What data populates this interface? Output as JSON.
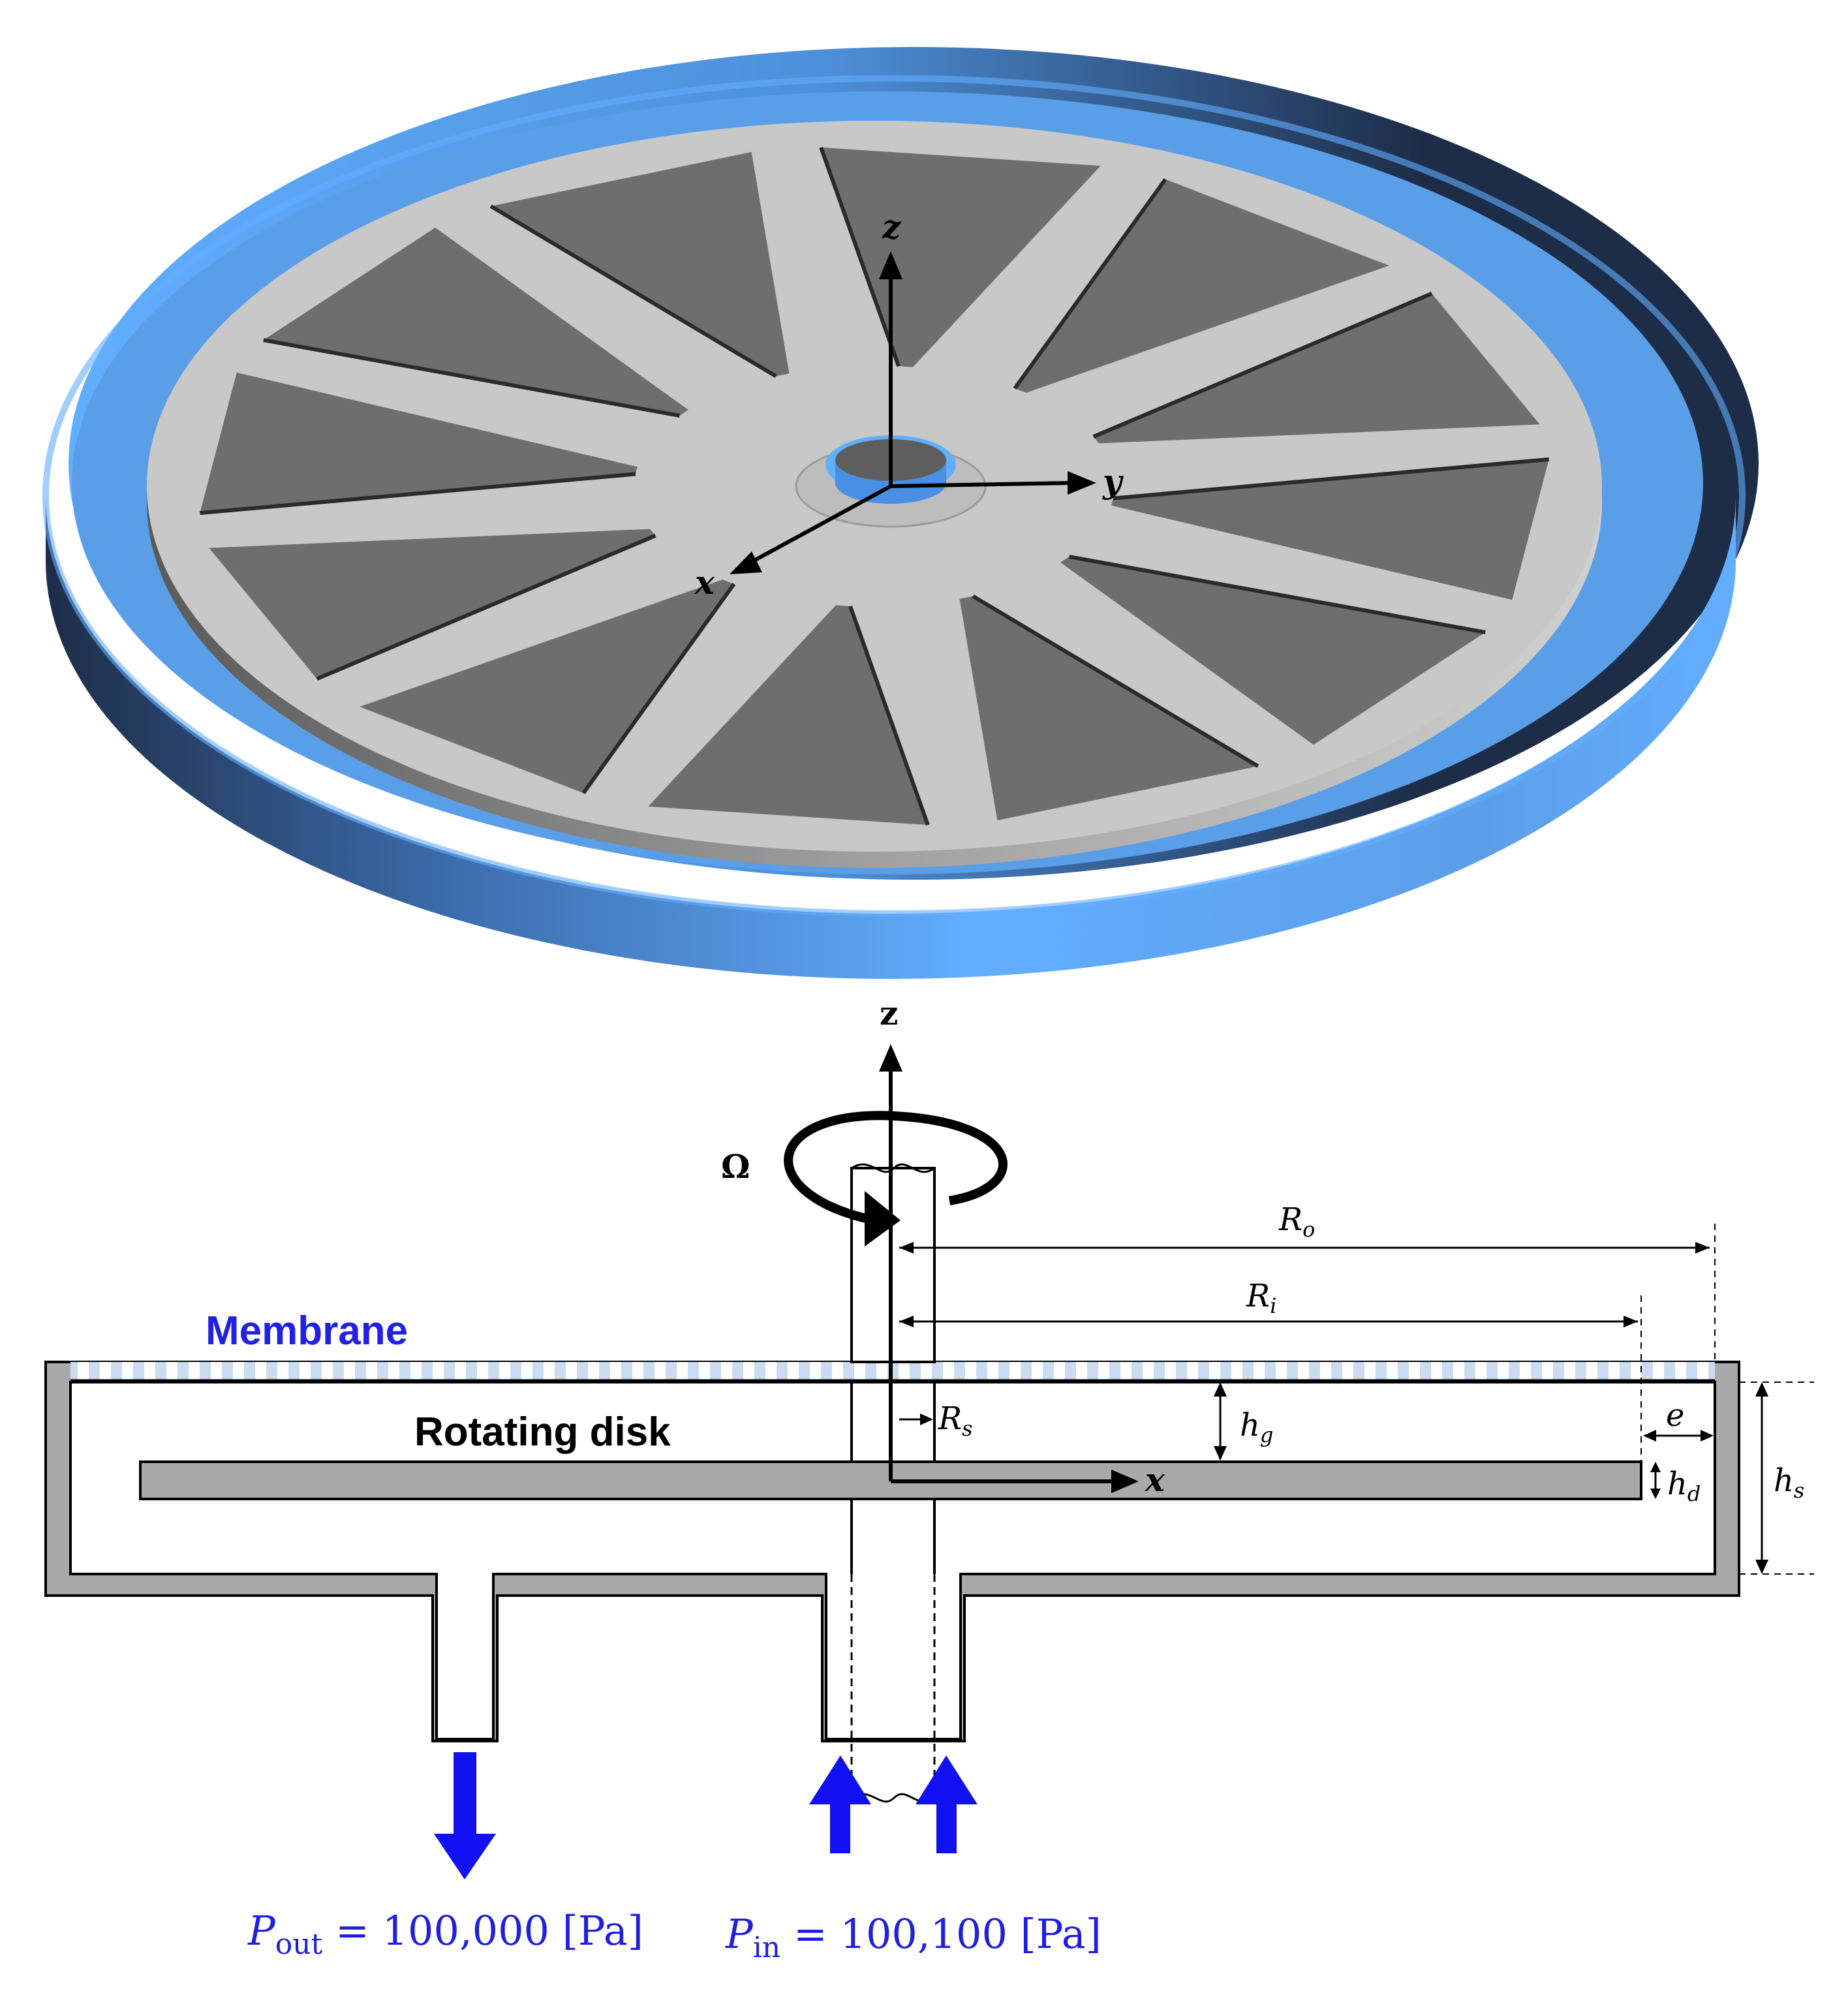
{
  "isometric": {
    "axis_z": "z",
    "axis_y": "y",
    "axis_x": "x",
    "colors": {
      "ring_light": "#62aeff",
      "ring_dark": "#1d2d48",
      "disk": "#c8c8c8",
      "disk_edge": "#8e8e8e",
      "groove": "#6e6e6e"
    },
    "groove_count": 12
  },
  "section": {
    "axis_z": "z",
    "axis_x": "x",
    "omega": "Ω",
    "membrane_label": "Membrane",
    "disk_label": "Rotating disk",
    "dims": {
      "Ro": {
        "main": "R",
        "sub": "o"
      },
      "Ri": {
        "main": "R",
        "sub": "i"
      },
      "Rs": {
        "main": "R",
        "sub": "s"
      },
      "hg": {
        "main": "h",
        "sub": "g"
      },
      "e": {
        "main": "e",
        "sub": ""
      },
      "hd": {
        "main": "h",
        "sub": "d"
      },
      "hs": {
        "main": "h",
        "sub": "s"
      }
    },
    "p_out": {
      "sym": "P",
      "sub": "out",
      "value": " = 100,000 [Pa]"
    },
    "p_in": {
      "sym": "P",
      "sub": "in",
      "value": " = 100,100 [Pa]"
    },
    "colors": {
      "wall": "#a9a9a9",
      "membrane": "#c9dcf2",
      "flow_arrow": "#1010f0"
    }
  }
}
